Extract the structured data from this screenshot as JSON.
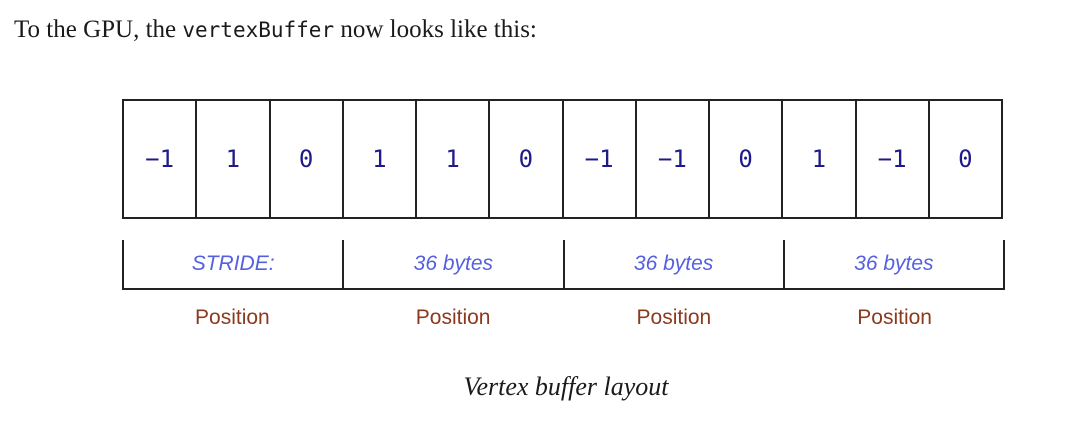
{
  "intro": {
    "before": "To the GPU, the ",
    "code": "vertexBuffer",
    "after": " now looks like this:"
  },
  "buffer_values": [
    "−1",
    "1",
    "0",
    "1",
    "1",
    "0",
    "−1",
    "−1",
    "0",
    "1",
    "−1",
    "0"
  ],
  "stride_labels": [
    "STRIDE:",
    "36 bytes",
    "36 bytes",
    "36 bytes"
  ],
  "attribute_labels": [
    "Position",
    "Position",
    "Position",
    "Position"
  ],
  "caption": "Vertex buffer layout"
}
